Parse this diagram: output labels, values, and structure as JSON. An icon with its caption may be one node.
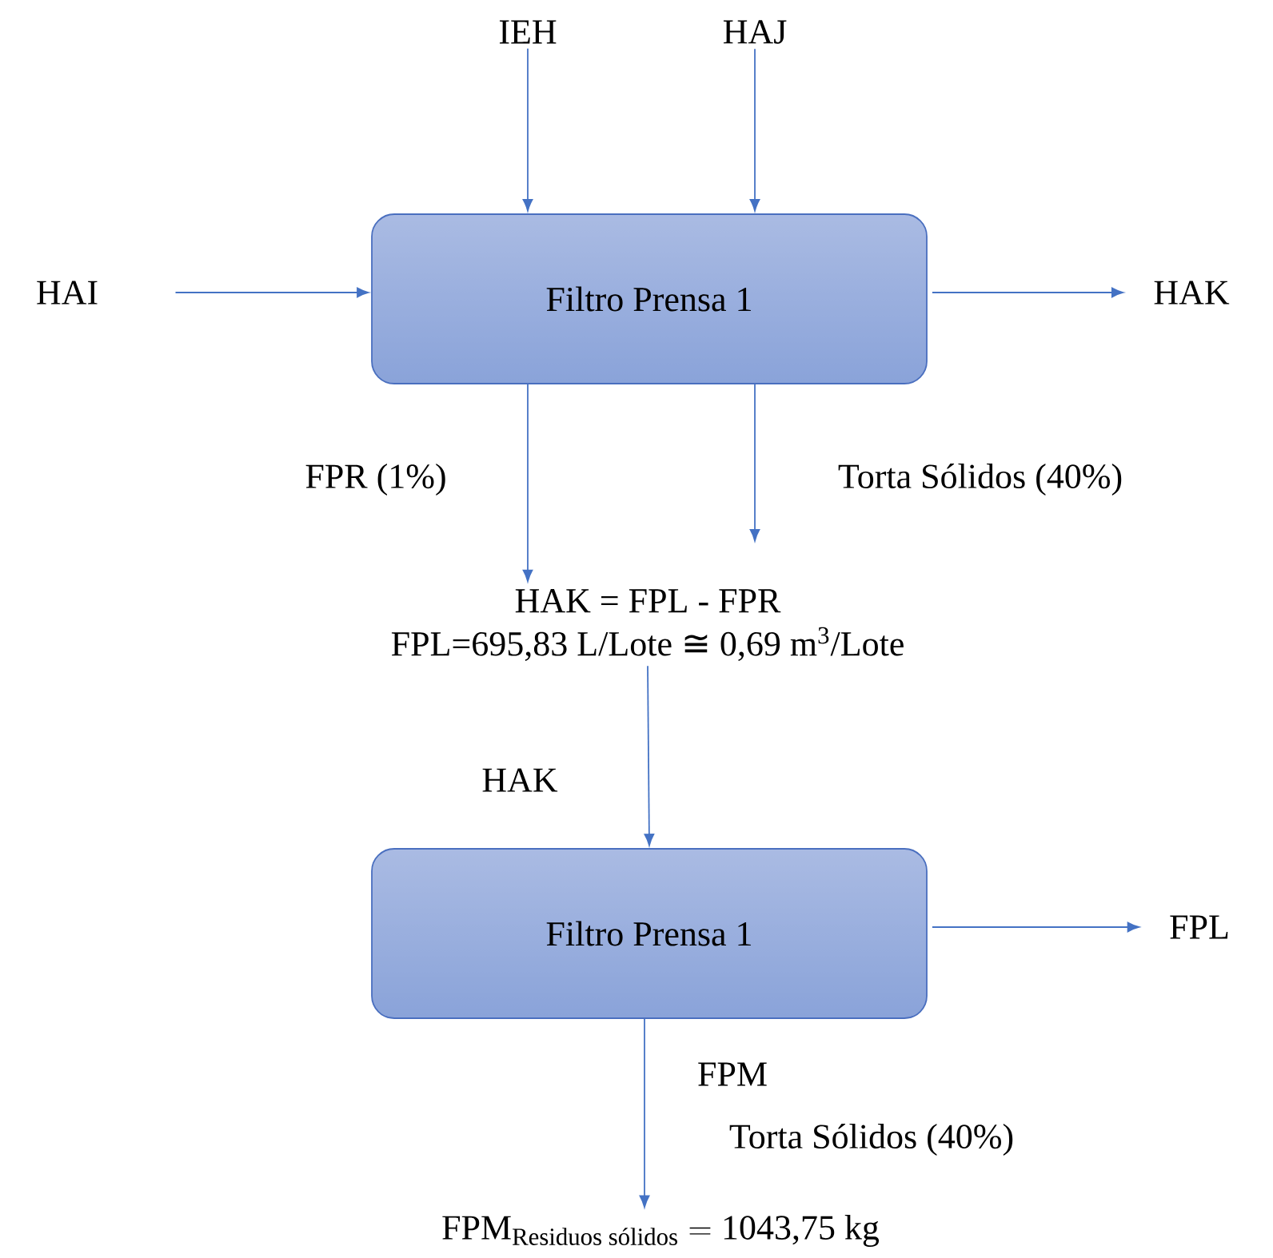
{
  "diagram": {
    "nodes": [
      {
        "text": [
          "IEH"
        ]
      },
      {
        "text": [
          "HAJ"
        ]
      },
      {
        "text": [
          "HAI"
        ]
      },
      {
        "text": [
          "Filtro Prensa 1"
        ]
      },
      {
        "text": [
          "HAK"
        ]
      },
      {
        "text": [
          "HAK = FPL - FPR",
          "FPL=695,83 L/Lote ≅ 0,69 m$^{3}$/Lote"
        ]
      },
      {
        "text": [
          "Filtro Prensa 1"
        ]
      },
      {
        "text": [
          "FPL"
        ]
      },
      {
        "text": [
          "\\text{FPM}_{\\text{Residuos sólidos}} = \\text{1043,75 kg}"
        ]
      }
    ],
    "edges": [
      {
        "from": 0,
        "to": 3,
        "arrow": "to"
      },
      {
        "from": 1,
        "to": 3,
        "arrow": "to"
      },
      {
        "from": 2,
        "to": 3,
        "arrow": "to"
      },
      {
        "from": 3,
        "to": 4,
        "arrow": "to"
      },
      {
        "from": 3,
        "to": 5,
        "arrow": "to",
        "label": "FPR (1%)"
      },
      {
        "from": 3,
        "to": null,
        "arrow": "to",
        "label": "Torta Sólidos (40%)"
      },
      {
        "from": 5,
        "to": 6,
        "arrow": "to",
        "label": "HAK"
      },
      {
        "from": 6,
        "to": 7,
        "arrow": "to"
      },
      {
        "from": 6,
        "to": 8,
        "arrow": "to",
        "label": "FPM"
      }
    ],
    "labels": [
      "Torta Sólidos (40%)"
    ]
  }
}
